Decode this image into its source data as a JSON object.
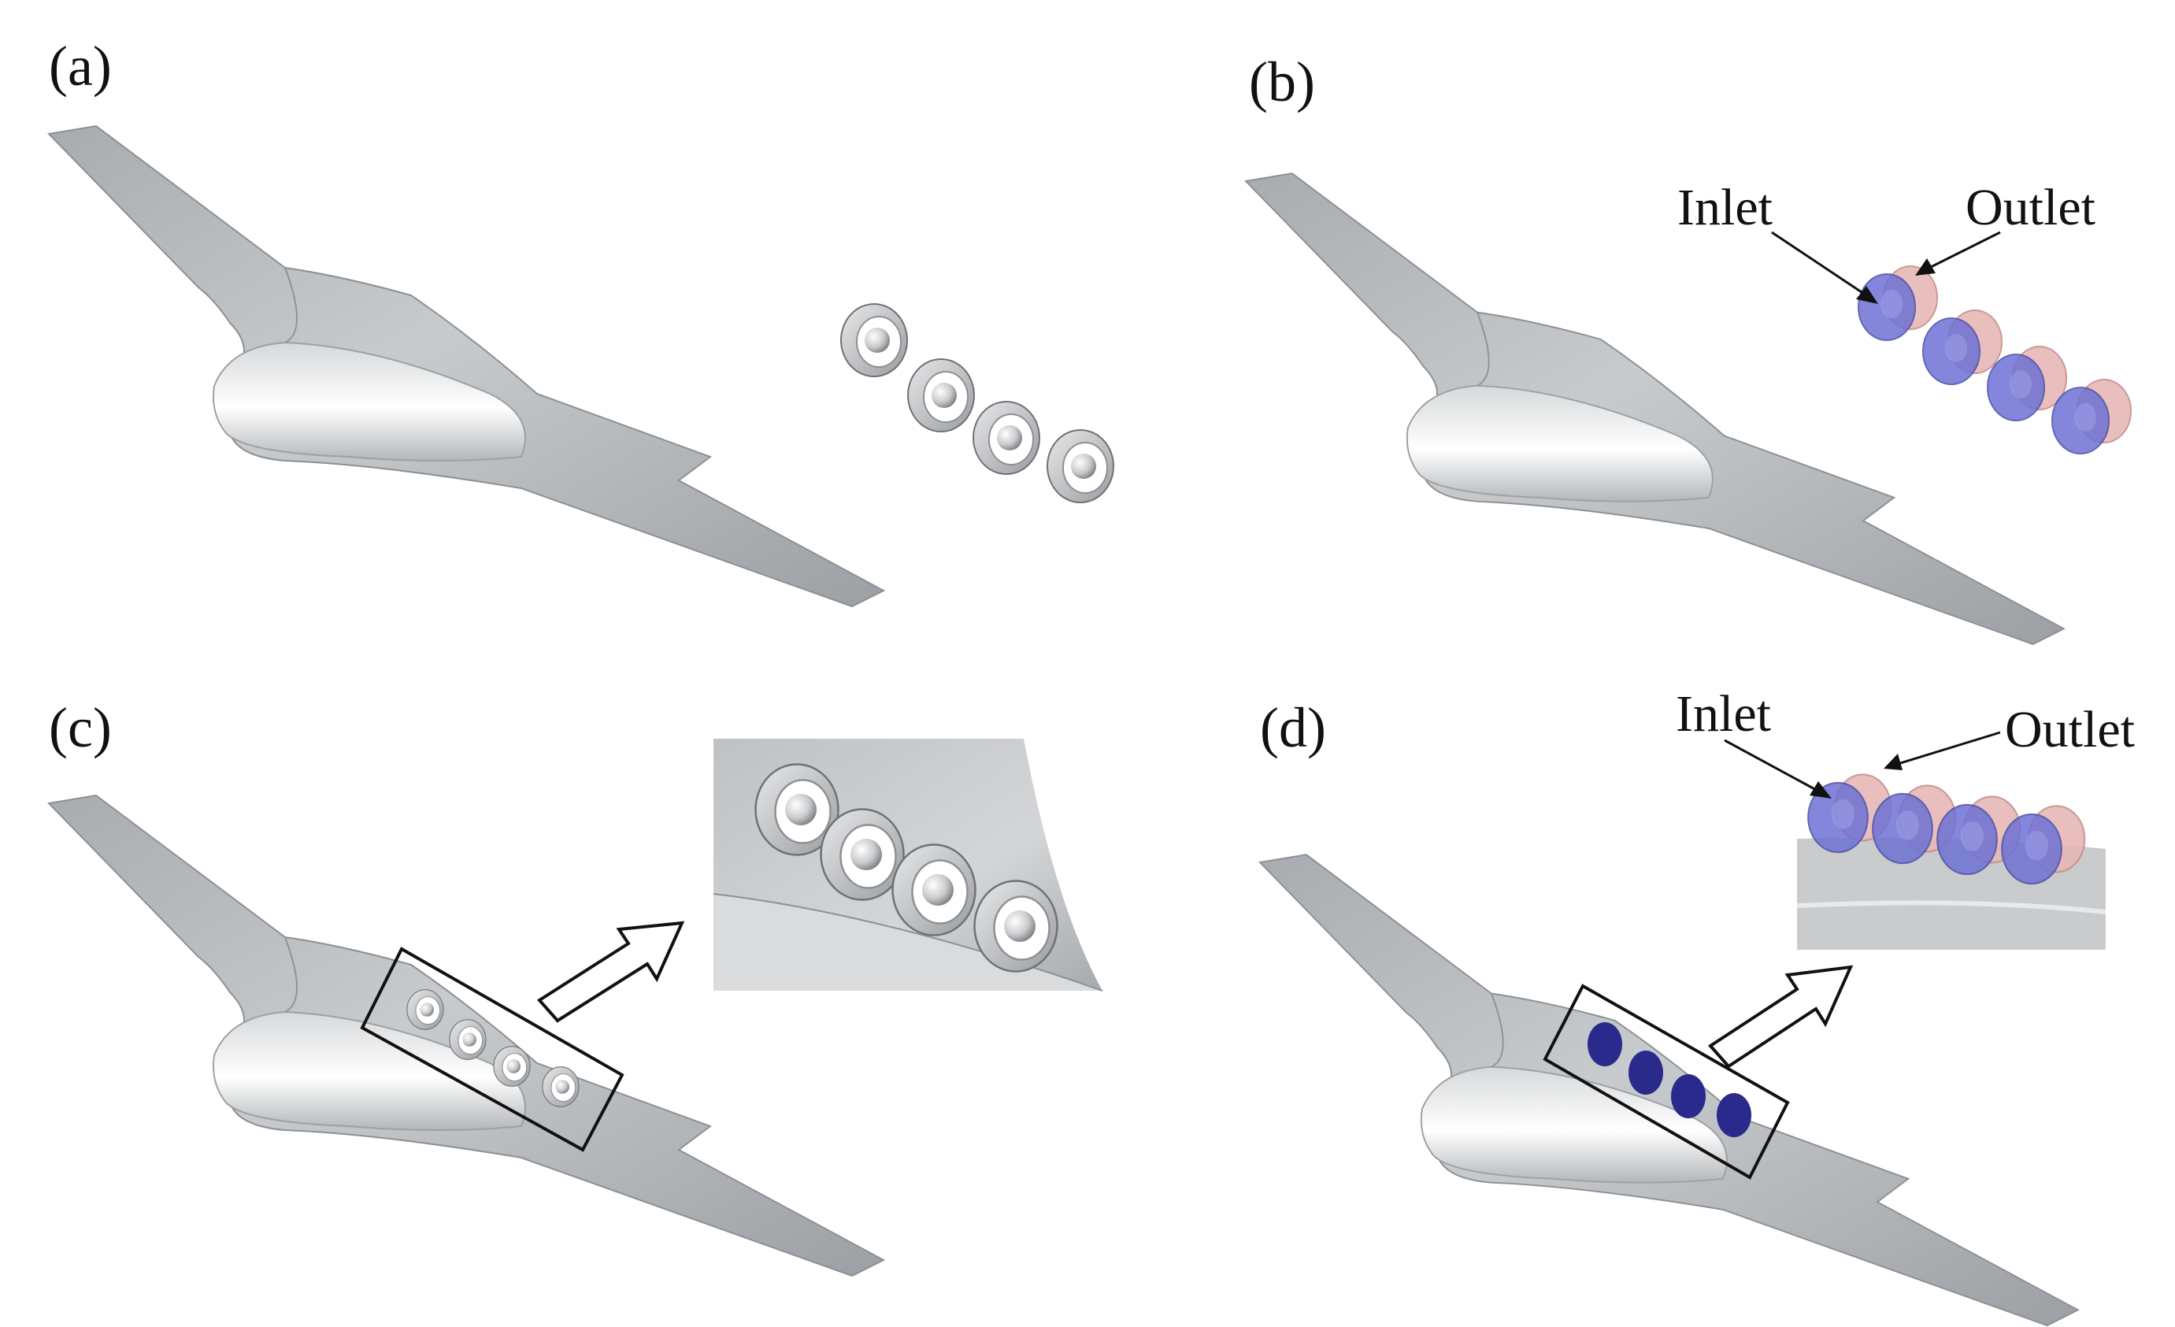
{
  "figure": {
    "panels": [
      {
        "label": "(a)"
      },
      {
        "label": "(b)",
        "inlet_label": "Inlet",
        "outlet_label": "Outlet"
      },
      {
        "label": "(c)"
      },
      {
        "label": "(d)",
        "inlet_label": "Inlet",
        "outlet_label": "Outlet"
      }
    ]
  },
  "colors": {
    "aircraft_surface": "#b9bcbf",
    "highlight": "#f4f5f6",
    "inlet_disk": "#6a6fd0",
    "inlet_disk_solid": "#2a2a8c",
    "outlet_ring": "#e0aaa8",
    "frame_stroke": "#111111"
  }
}
